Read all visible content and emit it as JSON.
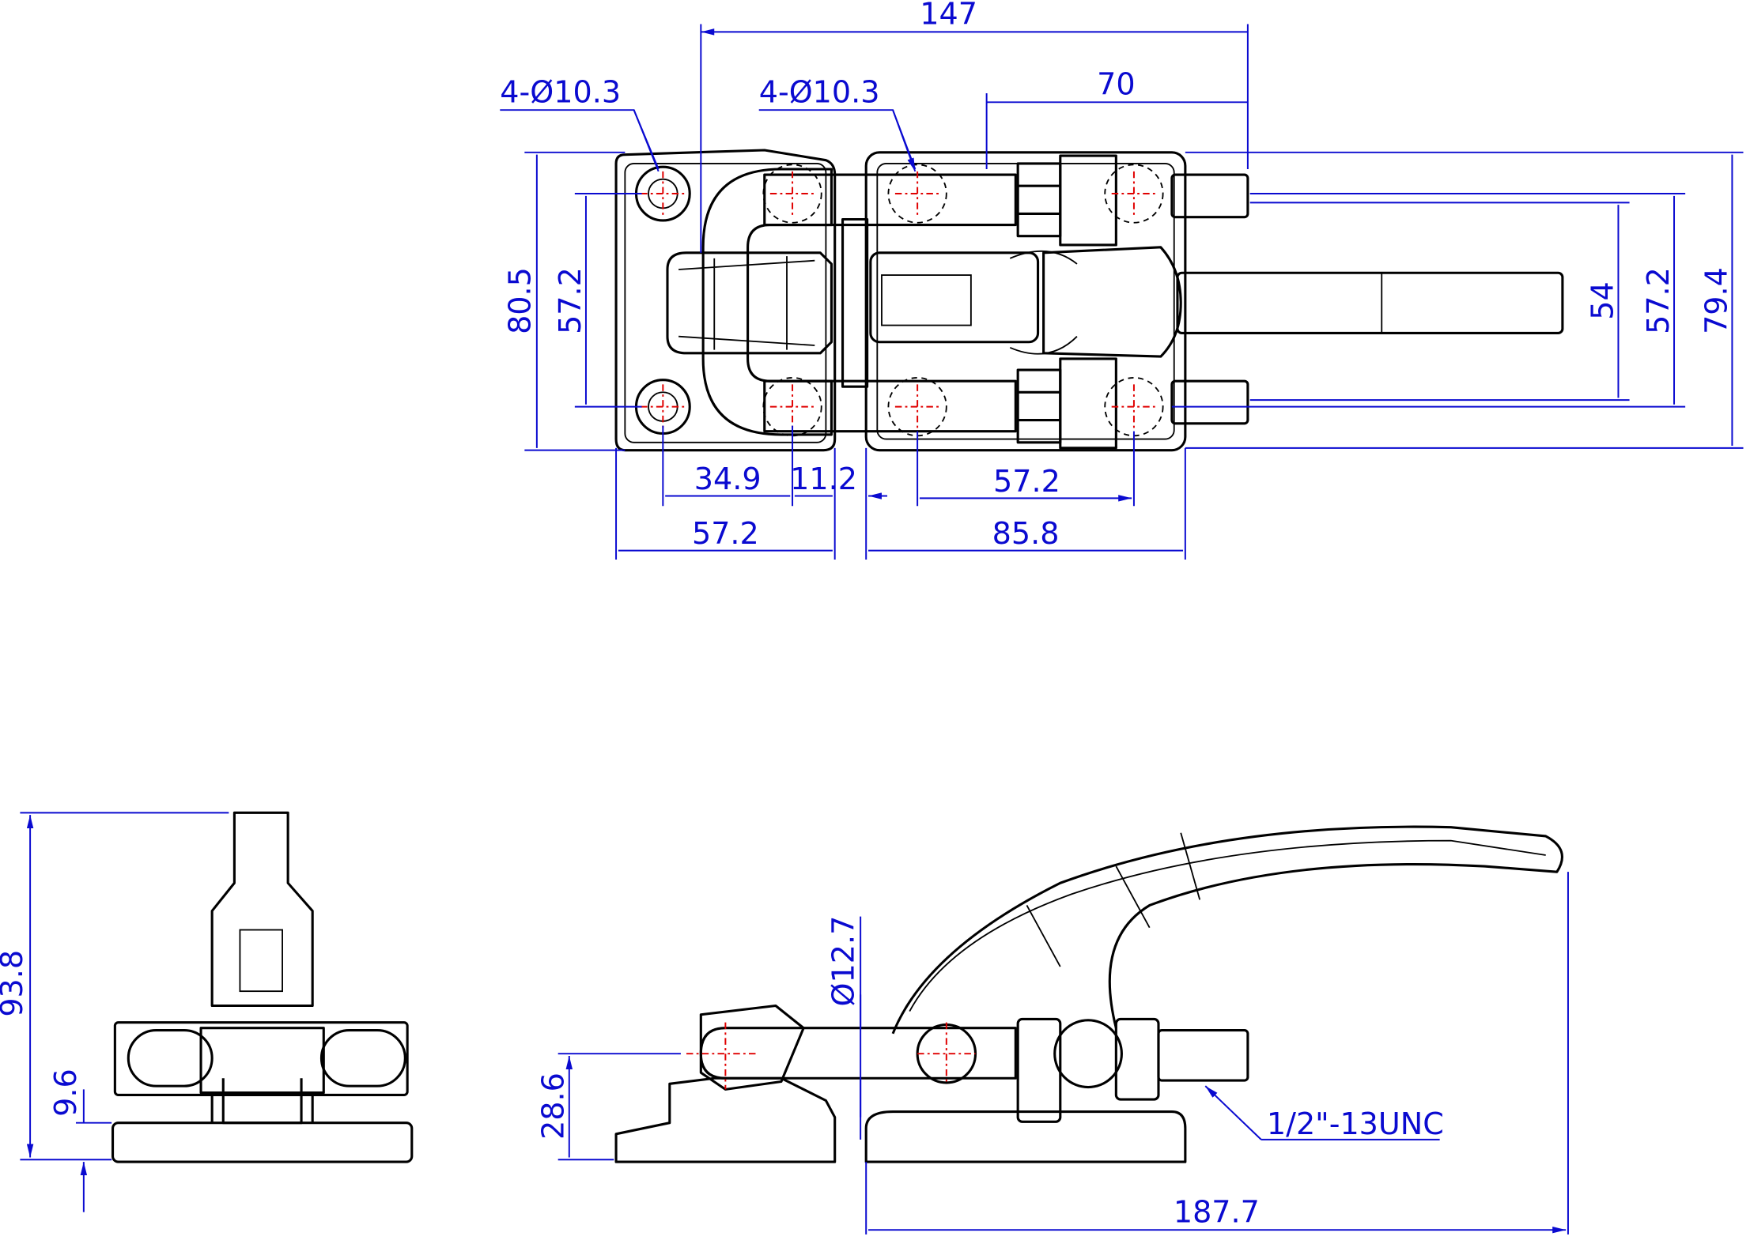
{
  "drawing": {
    "top_view": {
      "hole_callout_left": "4-Ø10.3",
      "hole_callout_right": "4-Ø10.3",
      "dims": {
        "overall_length": "147",
        "handle_offset": "70",
        "left_width": "80.5",
        "left_hole_spacing": "57.2",
        "plunger_spacing": "54",
        "right_hole_spacing": "57.2",
        "right_width": "79.4",
        "hole_to_pivot": "34.9",
        "gap": "11.2",
        "right_hole_pitch": "57.2",
        "left_base_length": "57.2",
        "right_base_length": "85.8"
      }
    },
    "side_view": {
      "dims": {
        "overall_height": "93.8",
        "base_height": "9.6"
      }
    },
    "front_view": {
      "dims": {
        "pin_diameter": "Ø12.7",
        "pin_height": "28.6",
        "overall_length": "187.7"
      },
      "thread_callout": "1/2\"-13UNC"
    },
    "colors": {
      "dimension": "#0a0ad0",
      "centerline": "#e00000",
      "outline": "#000000"
    }
  }
}
